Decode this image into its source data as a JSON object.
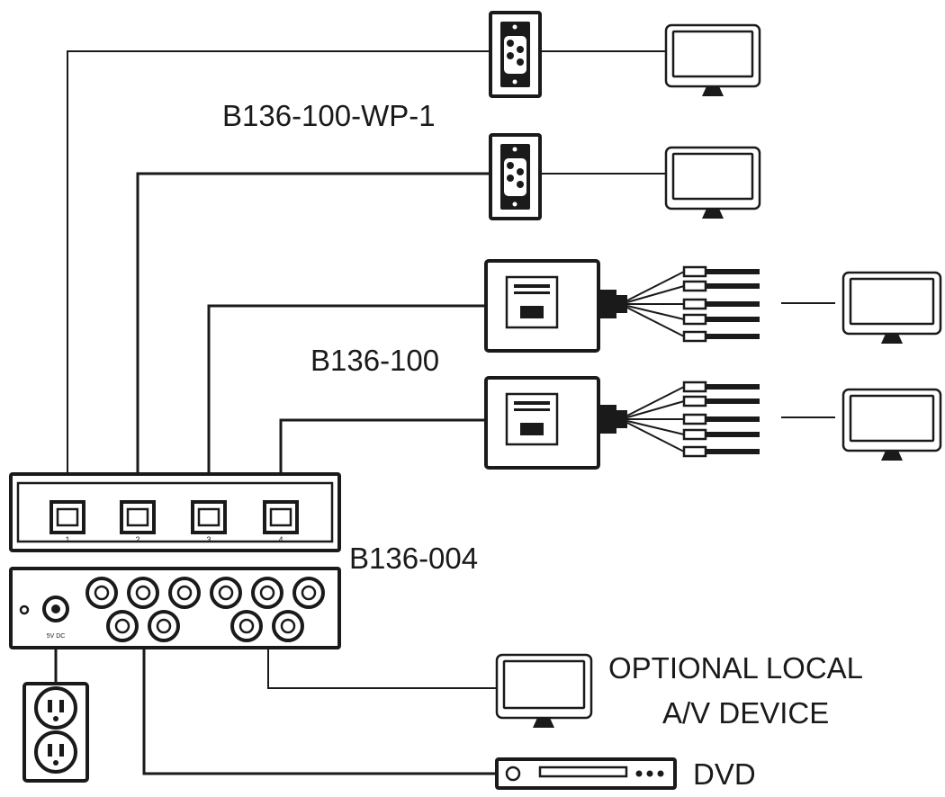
{
  "labels": {
    "wall_plate_model": "B136-100-WP-1",
    "extender_model": "B136-100",
    "unit_model": "B136-004",
    "local_device_line1": "OPTIONAL LOCAL",
    "local_device_line2": "A/V DEVICE",
    "dvd": "DVD"
  },
  "ports": [
    "1",
    "2",
    "3",
    "4"
  ],
  "power_label": "5V DC"
}
